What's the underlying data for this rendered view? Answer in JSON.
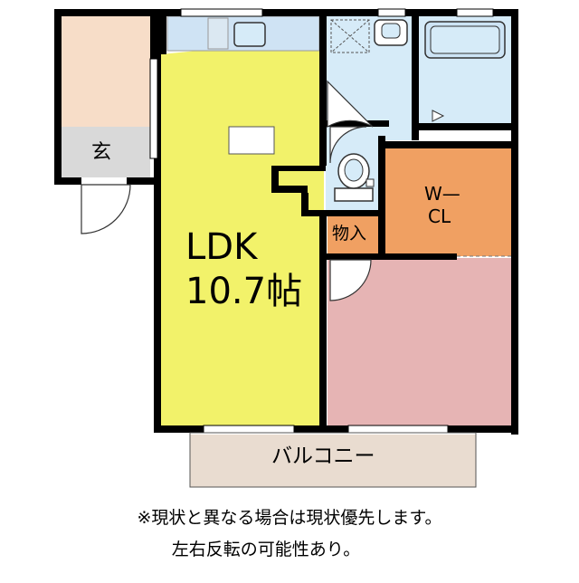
{
  "rooms": {
    "entrance": "玄",
    "ldk_name": "LDK",
    "ldk_size": "10.7帖",
    "walk_in_closet_line1": "W—",
    "walk_in_closet_line2": "CL",
    "storage": "物入",
    "balcony": "バルコニー"
  },
  "notes": {
    "line1": "※現状と異なる場合は現状優先します。",
    "line2": "左右反転の可能性あり。"
  },
  "colors": {
    "ldk": "#f2f26a",
    "entrance_hall": "#f7ddc8",
    "genkan": "#d9d9d9",
    "wet_area": "#d6ebf8",
    "closet": "#f0a062",
    "bedroom": "#e6b4b4",
    "balcony": "#e9dcd0",
    "wall": "#000000"
  }
}
